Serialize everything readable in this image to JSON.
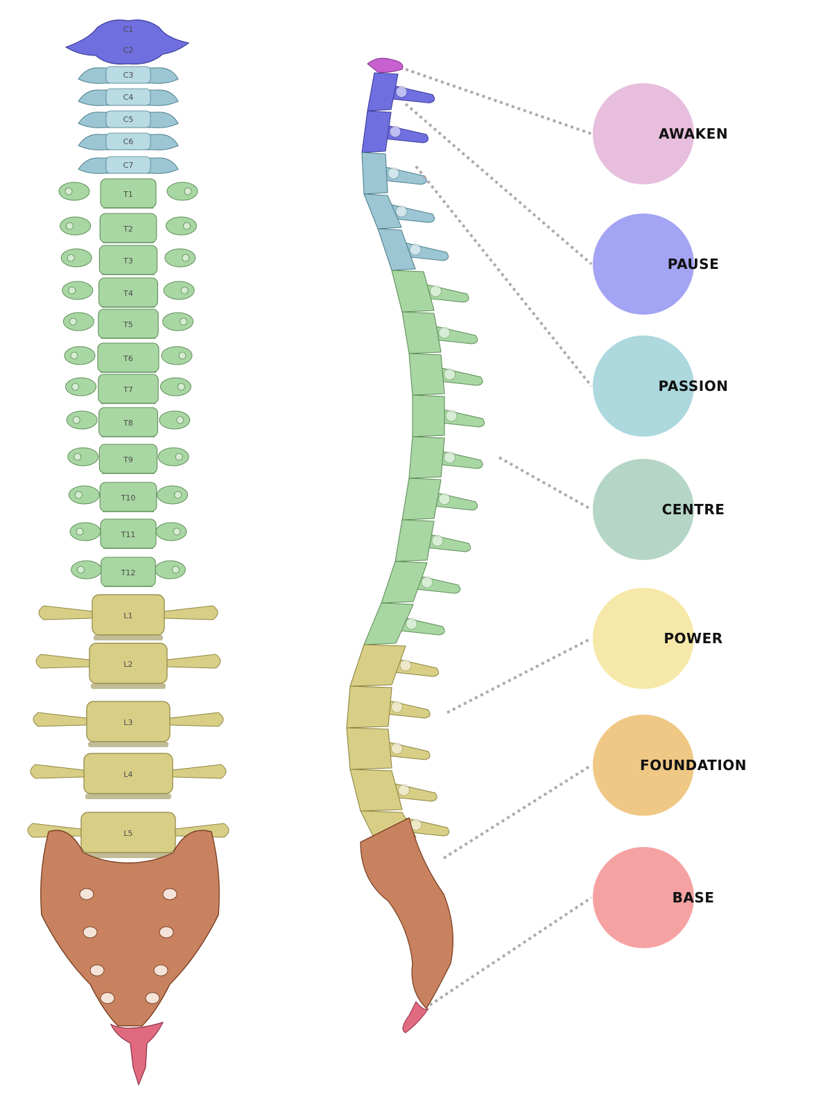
{
  "colors": {
    "cervical_top": "#6f6fe0",
    "cervical": "#9cc6d3",
    "thoracic": "#a9d7a3",
    "lumbar": "#d8ce86",
    "sacrum": "#c9825f",
    "coccyx": "#e06a80",
    "atlas_tip": "#c860d0",
    "connector": "#b0a8ac"
  },
  "vertebra_labels": {
    "cervical": [
      "C1",
      "C2",
      "C3",
      "C4",
      "C5",
      "C6",
      "C7"
    ],
    "thoracic": [
      "T1",
      "T2",
      "T3",
      "T4",
      "T5",
      "T6",
      "T7",
      "T8",
      "T9",
      "T10",
      "T11",
      "T12"
    ],
    "lumbar": [
      "L1",
      "L2",
      "L3",
      "L4",
      "L5"
    ]
  },
  "chakras": [
    {
      "label": "AWAKEN",
      "color": "#e7bedd"
    },
    {
      "label": "PAUSE",
      "color": "#a4a4f4"
    },
    {
      "label": "PASSION",
      "color": "#acd8de"
    },
    {
      "label": "CENTRE",
      "color": "#b5d5c7"
    },
    {
      "label": "POWER",
      "color": "#f6e8a8"
    },
    {
      "label": "FOUNDATION",
      "color": "#efc885"
    },
    {
      "label": "BASE",
      "color": "#f6a2a2"
    }
  ]
}
